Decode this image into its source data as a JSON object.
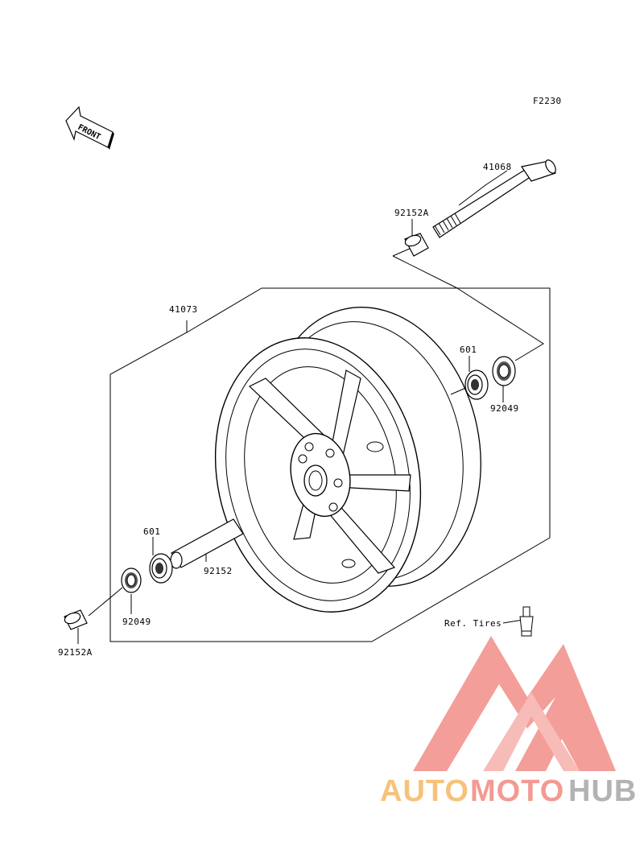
{
  "figure_code": "F2230",
  "front_label": "FRONT",
  "parts": {
    "axle": "41068",
    "collar_top": "92152A",
    "wheel": "41073",
    "bearing_right": "601",
    "seal_right": "92049",
    "bearing_left": "601",
    "spacer": "92152",
    "seal_left": "92049",
    "collar_bottom": "92152A",
    "valve_ref": "Ref. Tires"
  },
  "watermark": {
    "word_auto": "AUTO",
    "word_moto": "MOTO",
    "word_hub": "HUB",
    "colors": {
      "auto": "#f6c27a",
      "moto": "#f39a93",
      "hub": "#b3b3b3",
      "logo": "#f2948f"
    }
  }
}
